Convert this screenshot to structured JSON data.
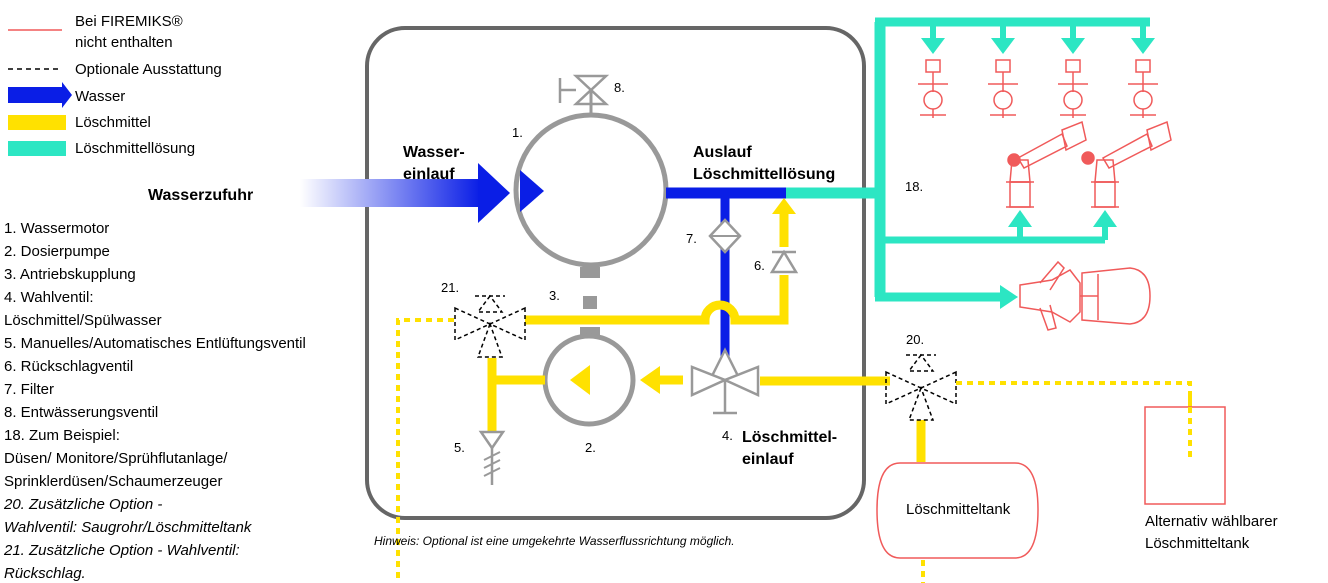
{
  "colors": {
    "water": "#0a1ee6",
    "agent": "#ffe100",
    "solution": "#2ce6c3",
    "not_included": "#f05a5a",
    "equipment": "#999999"
  },
  "legend": {
    "not_included_line1": "Bei FIREMIKS®",
    "not_included_line2": "nicht enthalten",
    "optional": "Optionale Ausstattung",
    "water": "Wasser",
    "agent": "Löschmittel",
    "solution": "Löschmittellösung"
  },
  "labels": {
    "water_supply": "Wasserzufuhr",
    "water_inlet_1": "Wasser-",
    "water_inlet_2": "einlauf",
    "outlet_1": "Auslauf",
    "outlet_2": "Löschmittellösung",
    "agent_inlet_1": "Löschmittel-",
    "agent_inlet_2": "einlauf",
    "tank": "Löschmitteltank",
    "alt_tank_1": "Alternativ wählbarer",
    "alt_tank_2": "Löschmitteltank",
    "note": "Hinweis: Optional ist eine umgekehrte Wasserflussrichtung möglich."
  },
  "numbers": {
    "n1": "1.",
    "n2": "2.",
    "n3": "3.",
    "n4": "4.",
    "n5": "5.",
    "n6": "6.",
    "n7": "7.",
    "n8": "8.",
    "n18": "18.",
    "n20": "20.",
    "n21": "21."
  },
  "components": [
    "1. Wassermotor",
    "2. Dosierpumpe",
    "3. Antriebskupplung",
    "4. Wahlventil:",
    "Löschmittel/Spülwasser",
    "5. Manuelles/Automatisches Entlüftungsventil",
    "6. Rückschlagventil",
    "7. Filter",
    "8. Entwässerungsventil",
    "18. Zum Beispiel:",
    "Düsen/ Monitore/Sprühflutanlage/",
    "Sprinklerdüsen/Schaumerzeuger"
  ],
  "options": [
    "20. Zusätzliche Option -",
    "Wahlventil: Saugrohr/Löschmitteltank",
    "21. Zusätzliche Option - Wahlventil:",
    "Rückschlag."
  ]
}
